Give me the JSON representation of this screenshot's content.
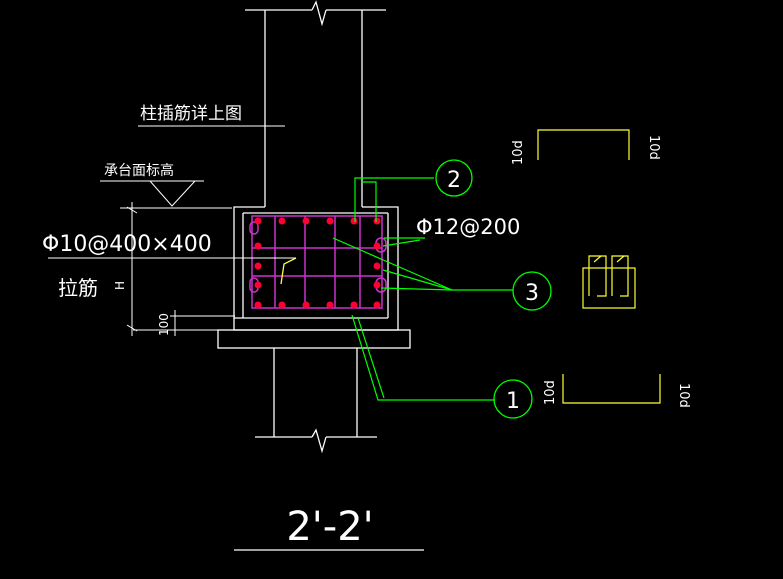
{
  "labels": {
    "column_dowel_note": "柱插筋详上图",
    "pile_cap_top_elev": "承台面标高",
    "tie_bar_spec": "Φ10@400×400",
    "tie_bar_name": "拉筋",
    "height_symbol": "H",
    "cover_dim": "100",
    "stirrup_spec": "Φ12@200",
    "section_title": "2'-2'"
  },
  "callouts": {
    "mark_1": "1",
    "mark_2": "2",
    "mark_3": "3"
  },
  "bar_shapes": {
    "shape_2_left_dim": "10d",
    "shape_2_right_dim": "10d",
    "shape_1_left_dim": "10d",
    "shape_1_right_dim": "10d"
  },
  "colors": {
    "background": "#000000",
    "concrete_outline": "#ffffff",
    "leader_lines": "#00ff00",
    "rebar_grid": "#cc33cc",
    "rebar_dots": "#ff0033",
    "bar_shape": "#ffff33"
  }
}
